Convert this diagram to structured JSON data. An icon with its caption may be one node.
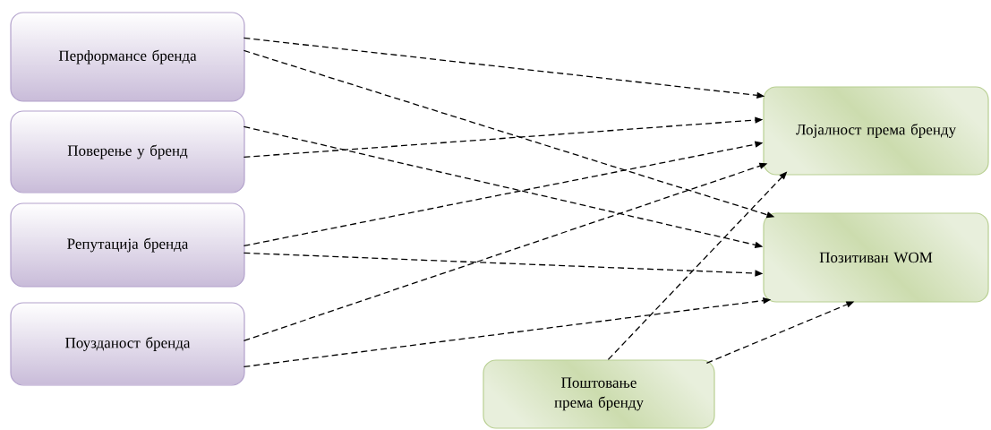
{
  "diagram": {
    "nodes": [
      {
        "text": [
          "Перформансе бренда"
        ]
      },
      {
        "text": [
          "Поверење у бренд"
        ]
      },
      {
        "text": [
          "Репутација бренда"
        ]
      },
      {
        "text": [
          "Поузданост бренда"
        ]
      },
      {
        "text": [
          "Лојалност према бренду"
        ]
      },
      {
        "text": [
          "Позитиван WOM"
        ]
      },
      {
        "text": [
          "Поштовање према бренду"
        ]
      }
    ],
    "edges": [
      {
        "from": 0,
        "to": 4,
        "arrow": "to",
        "style": "dashed"
      },
      {
        "from": 0,
        "to": 5,
        "arrow": "to",
        "style": "dashed"
      },
      {
        "from": 1,
        "to": 5,
        "arrow": "to",
        "style": "dashed"
      },
      {
        "from": 1,
        "to": 4,
        "arrow": "to",
        "style": "dashed"
      },
      {
        "from": 2,
        "to": 4,
        "arrow": "to",
        "style": "dashed"
      },
      {
        "from": 2,
        "to": 5,
        "arrow": "to",
        "style": "dashed"
      },
      {
        "from": 3,
        "to": 4,
        "arrow": "to",
        "style": "dashed"
      },
      {
        "from": 3,
        "to": 5,
        "arrow": "to",
        "style": "dashed"
      },
      {
        "from": 6,
        "to": 4,
        "arrow": "to",
        "style": "dashed"
      },
      {
        "from": 6,
        "to": 5,
        "arrow": "to",
        "style": "dashed"
      }
    ]
  }
}
